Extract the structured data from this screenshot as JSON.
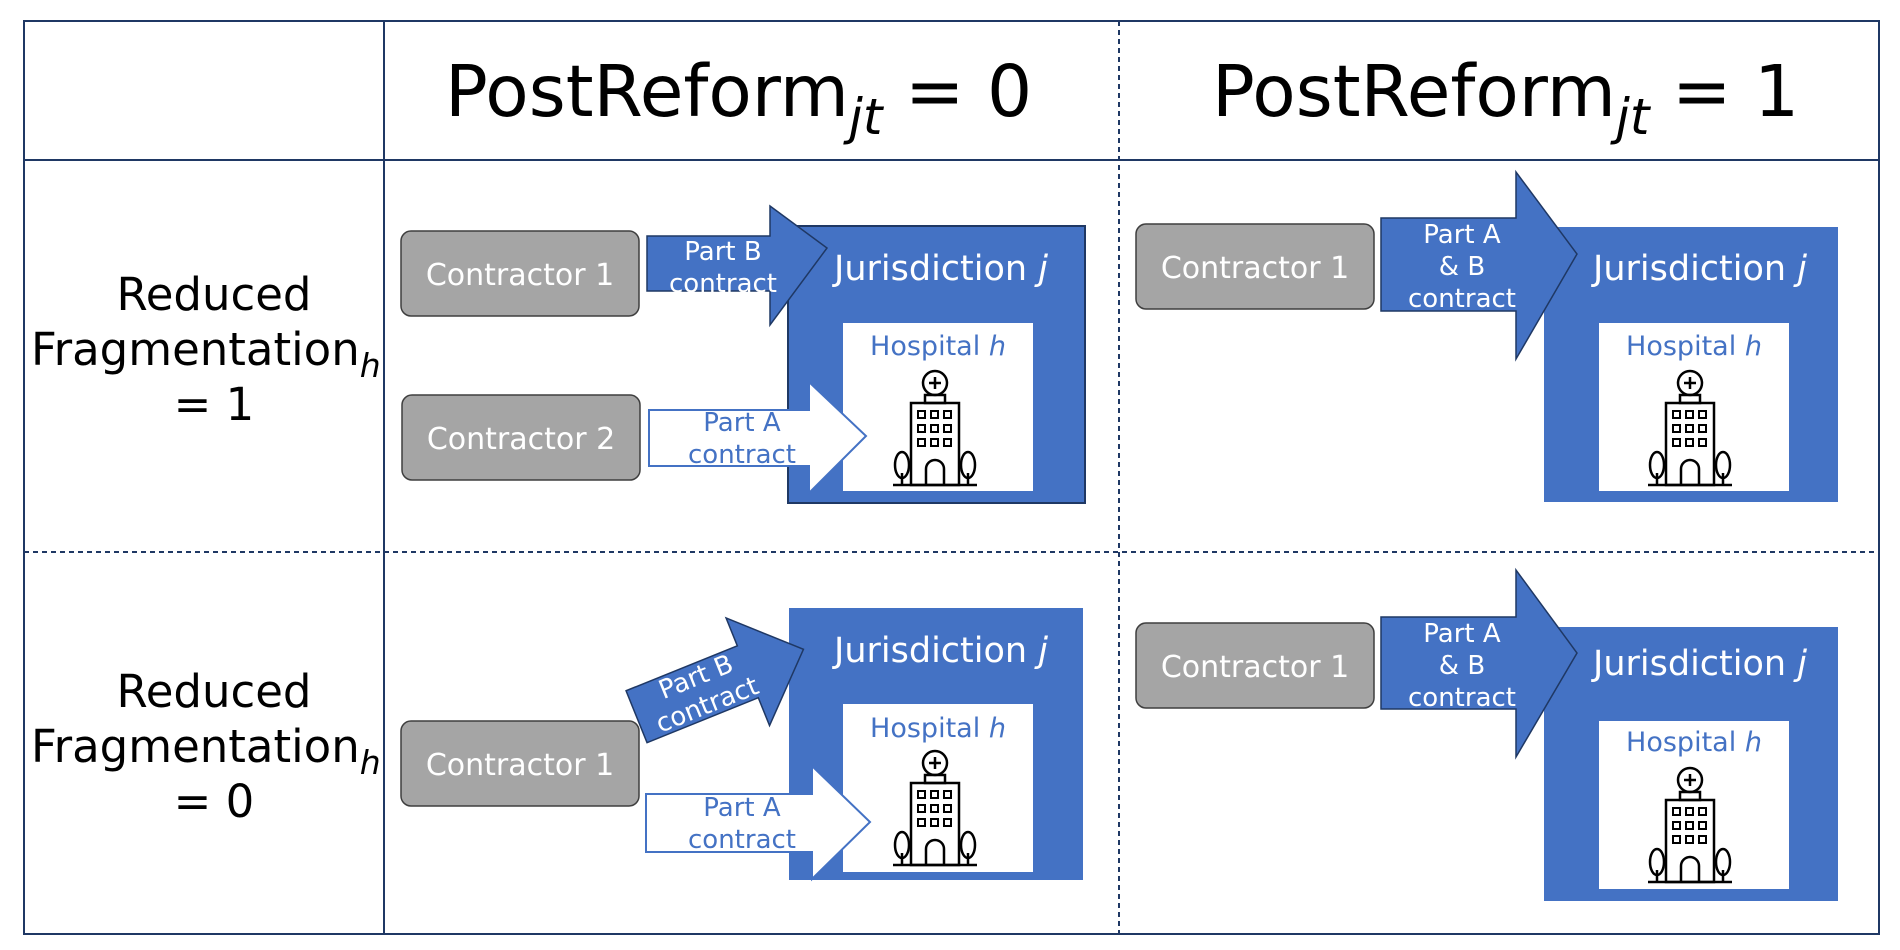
{
  "columns": {
    "post0": {
      "base": "PostReform",
      "sub": "jt",
      "rest": " = 0"
    },
    "post1": {
      "base": "PostReform",
      "sub": "jt",
      "rest": " = 1"
    }
  },
  "rows": {
    "rf1": {
      "line1": "Reduced",
      "line2": "Fragmentation",
      "sub": "h",
      "line3": "= 1"
    },
    "rf0": {
      "line1": "Reduced",
      "line2": "Fragmentation",
      "sub": "h",
      "line3": "= 0"
    }
  },
  "labels": {
    "contractor1": "Contractor 1",
    "contractor2": "Contractor 2",
    "jurisdiction": "Jurisdiction",
    "jurisdiction_var": "j",
    "hospital": "Hospital",
    "hospital_var": "h",
    "partB_1": "Part B",
    "partA_1": "Part A",
    "contract": "contract",
    "partAB_1": "Part A",
    "partAB_2": "& B"
  },
  "colors": {
    "blue": "#4472c4",
    "gray": "#a5a5a5",
    "border": "#1f3864"
  },
  "icons": [
    "hospital-building-icon"
  ]
}
